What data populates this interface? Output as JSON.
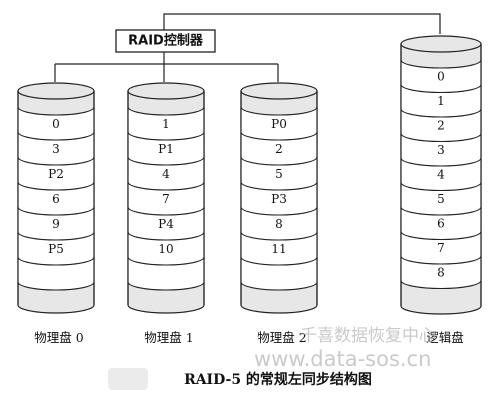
{
  "controller": {
    "label": "RAID控制器"
  },
  "disks": [
    {
      "label": "物理盘 0",
      "blocks": [
        "0",
        "3",
        "P2",
        "6",
        "9",
        "P5",
        ""
      ]
    },
    {
      "label": "物理盘 1",
      "blocks": [
        "1",
        "P1",
        "4",
        "7",
        "P4",
        "10",
        ""
      ]
    },
    {
      "label": "物理盘 2",
      "blocks": [
        "P0",
        "2",
        "5",
        "P3",
        "8",
        "11",
        ""
      ]
    }
  ],
  "logical_disk": {
    "label": "逻辑盘",
    "blocks": [
      "0",
      "1",
      "2",
      "3",
      "4",
      "5",
      "6",
      "7",
      "8"
    ]
  },
  "caption": "RAID-5 的常规左同步结构图",
  "watermark": {
    "brand": "千喜数据恢复中心",
    "url": "www.data-sos.cn"
  },
  "colors": {
    "disk_fill": "#e7e7e7",
    "cell_fill": "#ffffff",
    "stroke": "#222222"
  }
}
